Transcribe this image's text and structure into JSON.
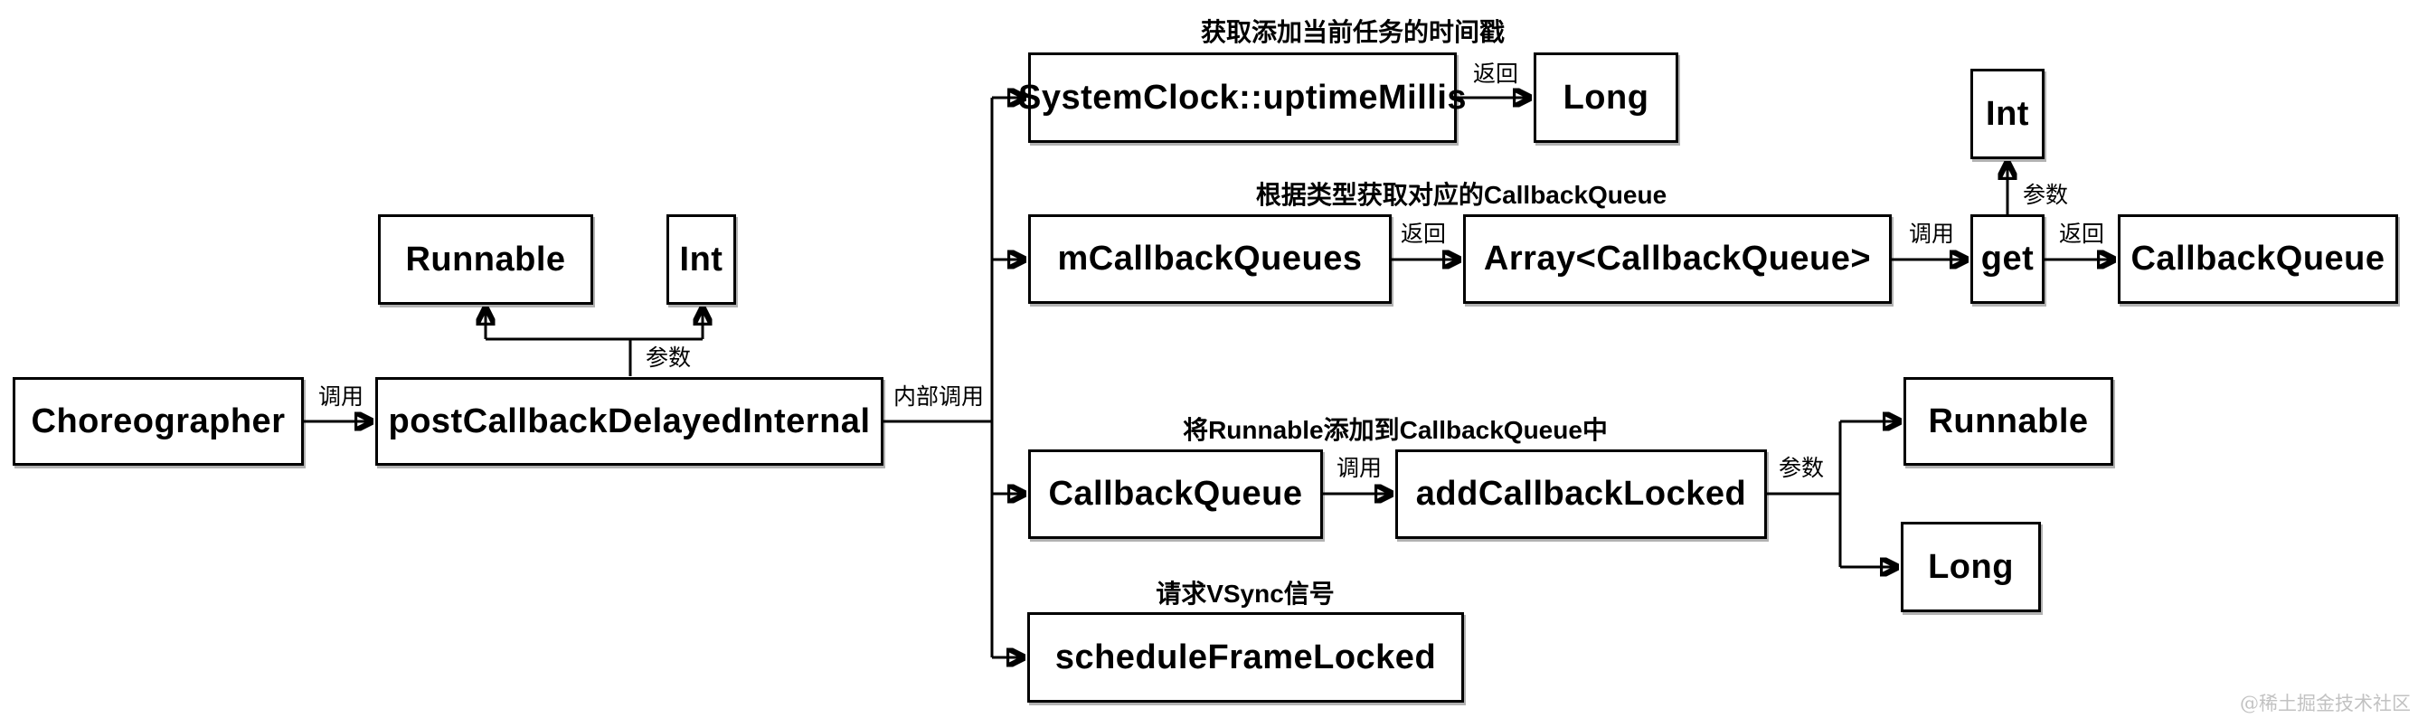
{
  "diagram": {
    "title_hint": "Choreographer postCallbackDelayedInternal call-flow diagram",
    "nodes": {
      "choreographer": {
        "label": "Choreographer"
      },
      "post_callback_delayed_internal": {
        "label": "postCallbackDelayedInternal"
      },
      "runnable_param": {
        "label": "Runnable"
      },
      "int_param": {
        "label": "Int"
      },
      "system_clock_uptime_millis": {
        "label": "SystemClock::uptimeMillis"
      },
      "long_return": {
        "label": "Long"
      },
      "m_callback_queues": {
        "label": "mCallbackQueues"
      },
      "array_callback_queue": {
        "label": "Array<CallbackQueue>"
      },
      "get": {
        "label": "get"
      },
      "int_get_param": {
        "label": "Int"
      },
      "callback_queue_return": {
        "label": "CallbackQueue"
      },
      "callback_queue": {
        "label": "CallbackQueue"
      },
      "add_callback_locked": {
        "label": "addCallbackLocked"
      },
      "runnable_arg": {
        "label": "Runnable"
      },
      "long_arg": {
        "label": "Long"
      },
      "schedule_frame_locked": {
        "label": "scheduleFrameLocked"
      }
    },
    "edge_labels": {
      "call_main": "调用",
      "params_main": "参数",
      "internal_call": "内部调用",
      "return_uptime": "返回",
      "return_queues": "返回",
      "call_get": "调用",
      "params_get": "参数",
      "return_get": "返回",
      "call_add": "调用",
      "params_add": "参数"
    },
    "annotations": {
      "row1": "获取添加当前任务的时间戳",
      "row2": "根据类型获取对应的CallbackQueue",
      "row3": "将Runnable添加到CallbackQueue中",
      "row4": "请求VSync信号"
    },
    "colors": {
      "background": "#ffffff",
      "line": "#000000",
      "box_bg": "#ffffff",
      "box_text": "#000000",
      "watermark": "#c2c2c2"
    }
  },
  "watermark": {
    "text": "@稀土掘金技术社区"
  }
}
